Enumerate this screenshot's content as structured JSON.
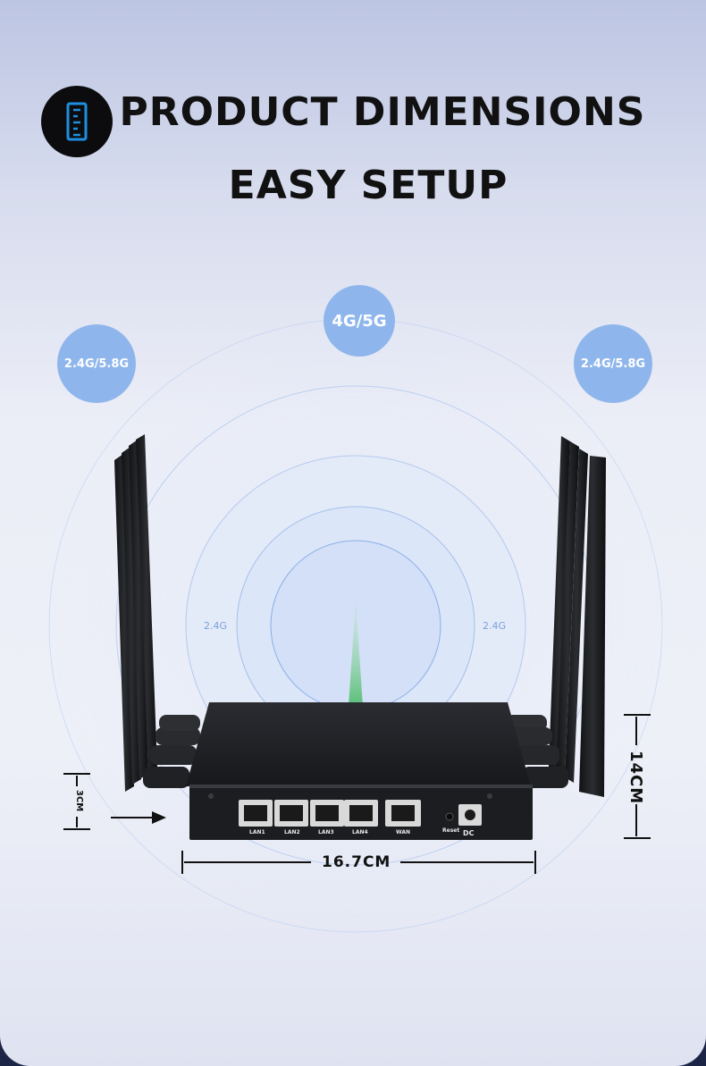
{
  "header": {
    "title": "PRODUCT DIMENSIONS",
    "subtitle": "EASY SETUP",
    "icon": "ruler-icon"
  },
  "bands": {
    "left": "2.4G/5.8G",
    "center": "4G/5G",
    "right": "2.4G/5.8G",
    "ring_left": "2.4G",
    "ring_right": "2.4G"
  },
  "ports": {
    "lan1": "LAN1",
    "lan2": "LAN2",
    "lan3": "LAN3",
    "lan4": "LAN4",
    "wan": "WAN",
    "reset": "Reset",
    "dc": "DC"
  },
  "dimensions": {
    "width": "16.7CM",
    "height": "14CM",
    "depth": "3CM"
  },
  "colors": {
    "accent_blue": "#8fb6ec",
    "icon_blue": "#1e8fe0",
    "router_body": "#1c1d21"
  }
}
